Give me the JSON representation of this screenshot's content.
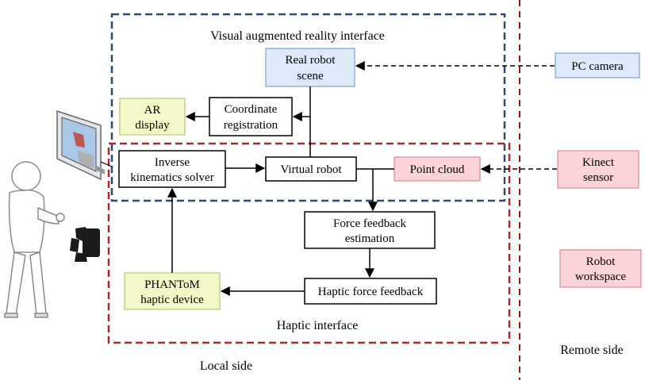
{
  "regions": {
    "visual_ar": "Visual augmented reality interface",
    "haptic": "Haptic interface",
    "local_side": "Local side",
    "remote_side": "Remote side"
  },
  "boxes": {
    "real_robot_scene": [
      "Real robot",
      "scene"
    ],
    "coordinate_registration": [
      "Coordinate",
      "registration"
    ],
    "ar_display": [
      "AR",
      "display"
    ],
    "inverse_kinematics": [
      "Inverse",
      "kinematics solver"
    ],
    "virtual_robot": [
      "Virtual robot"
    ],
    "point_cloud": [
      "Point cloud"
    ],
    "force_feedback_estimation": [
      "Force feedback",
      "estimation"
    ],
    "haptic_force_feedback": [
      "Haptic force feedback"
    ],
    "phantom_device": [
      "PHANToM",
      "haptic device"
    ],
    "pc_camera": [
      "PC camera"
    ],
    "kinect_sensor": [
      "Kinect",
      "sensor"
    ],
    "robot_workspace": [
      "Robot",
      "workspace"
    ]
  },
  "colors": {
    "blue_fill": "#dce9f8",
    "blue_stroke": "#7da2cf",
    "pink_fill": "#fbd3d8",
    "pink_stroke": "#d98a94",
    "yellow_fill": "#f4f7c6",
    "yellow_stroke": "#b9c27a",
    "ar_frame": "#2e4a6e",
    "haptic_frame": "#a52a2a",
    "separator": "#8b1a1a"
  }
}
